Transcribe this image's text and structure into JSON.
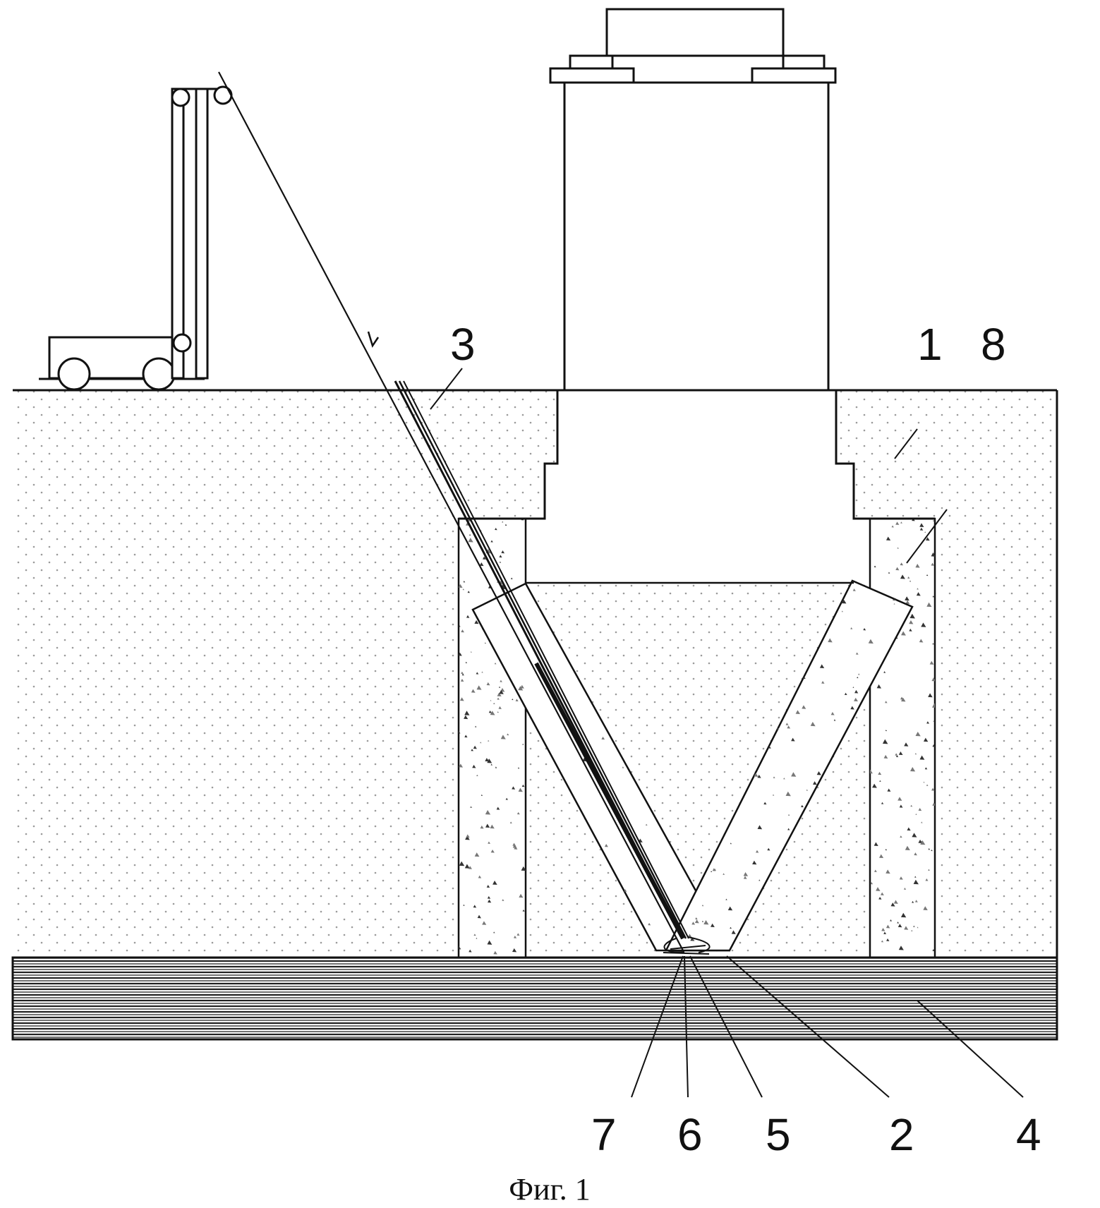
{
  "caption": "Фиг. 1",
  "callouts": {
    "one": "1",
    "two": "2",
    "three": "3",
    "four": "4",
    "five": "5",
    "six": "6",
    "seven": "7",
    "eight": "8"
  },
  "colors": {
    "line": "#111111",
    "soil_dot": "#9a9a9a",
    "rock_line": "#222222",
    "gravel": "#333333"
  }
}
